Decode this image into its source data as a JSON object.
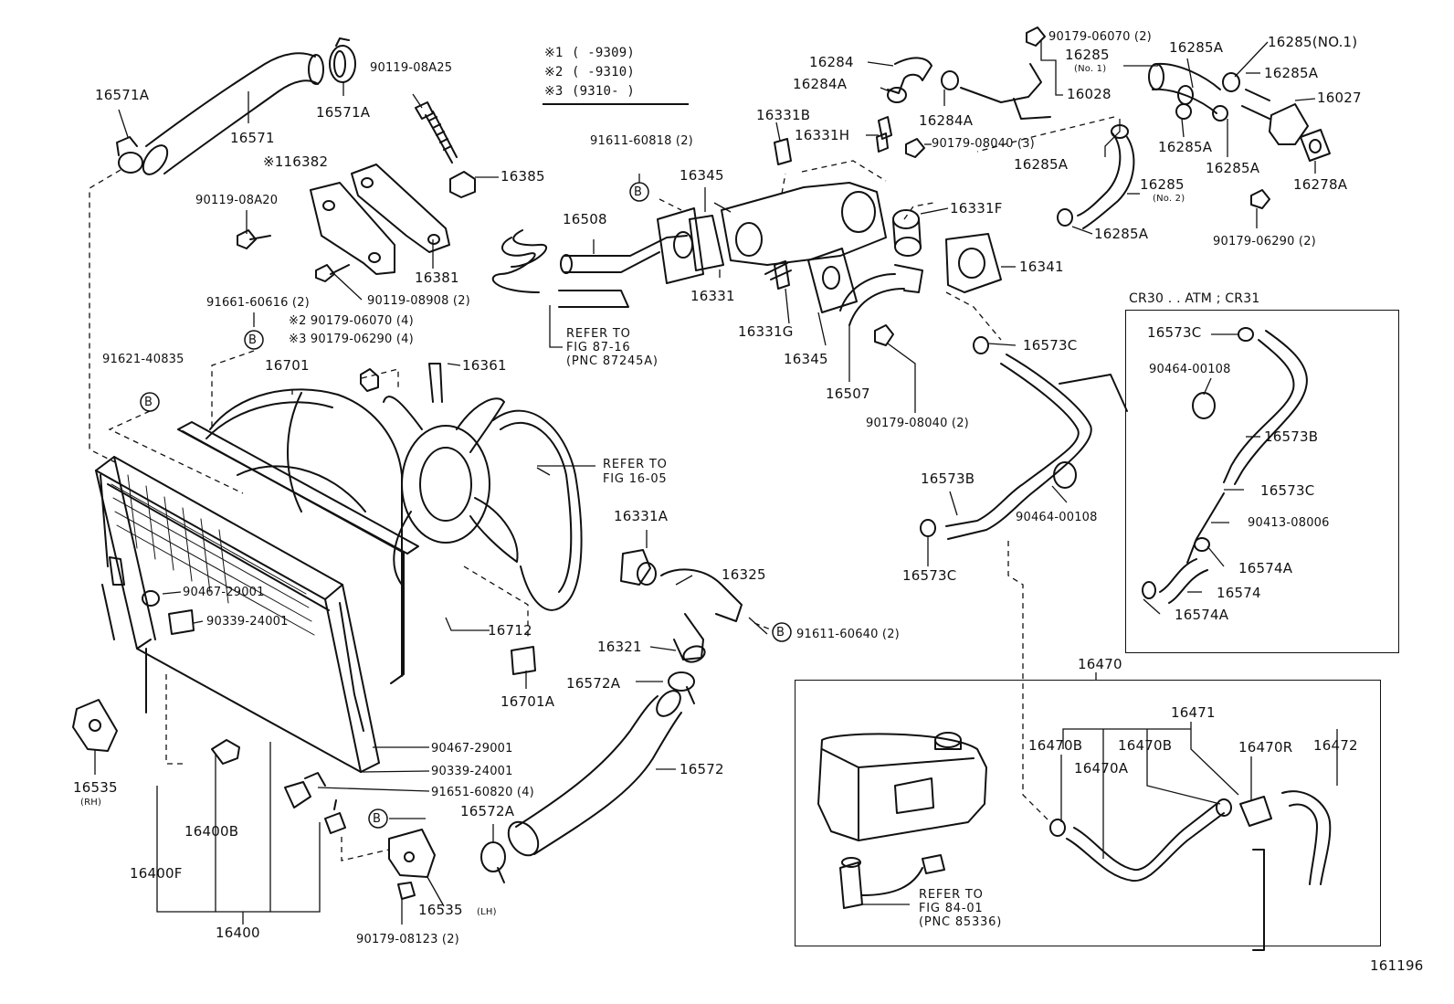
{
  "figure": {
    "figure_number": "161196"
  },
  "legend": {
    "rows": [
      {
        "mark": "※1",
        "range": "(      -9309)"
      },
      {
        "mark": "※2",
        "range": "(      -9310)"
      },
      {
        "mark": "※3",
        "range": "(9310-      )"
      }
    ]
  },
  "labels": {
    "p16571A_a": "16571A",
    "p16571A_b": "16571A",
    "p16571": "16571",
    "p90119_08A25": "90119-08A25",
    "p16382": "※116382",
    "p16385": "16385",
    "p90119_08A20": "90119-08A20",
    "p16381": "16381",
    "p90119_08908": "90119-08908 (2)",
    "p91661_60616": "91661-60616 (2)",
    "p90179_06070_4": "※2 90179-06070 (4)",
    "p90179_06290_4": "※3 90179-06290 (4)",
    "p91621_40835": "91621-40835",
    "p16701": "16701",
    "p16361": "16361",
    "p_refer_16_05_a": "REFER TO",
    "p_refer_16_05_b": "FIG 16-05",
    "p90467_29001_a": "90467-29001",
    "p90339_24001_a": "90339-24001",
    "p16712": "16712",
    "p16701A": "16701A",
    "p16535_a": "16535",
    "p16535_a_sub": "(RH)",
    "p90467_29001_b": "90467-29001",
    "p90339_24001_b": "90339-24001",
    "p91651_60820": "91651-60820 (4)",
    "p16400B": "16400B",
    "p16400F": "16400F",
    "p16400": "16400",
    "p16535_b": "16535",
    "p16535_b_sub": "(LH)",
    "p90179_08123": "90179-08123 (2)",
    "p91611_60818": "91611-60818 (2)",
    "p16345_a": "16345",
    "p16508": "16508",
    "p16331": "16331",
    "p_refer_87_16_a": "REFER TO",
    "p_refer_87_16_b": "FIG 87-16",
    "p_refer_87_16_c": "(PNC 87245A)",
    "p16331B": "16331B",
    "p16331H": "16331H",
    "p16331G": "16331G",
    "p16345_b": "16345",
    "p16507": "16507",
    "p90179_08040_2": "90179-08040 (2)",
    "p16284": "16284",
    "p16284A_a": "16284A",
    "p16284A_b": "16284A",
    "p90179_08040_3": "90179-08040 (3)",
    "p16331F": "16331F",
    "p16341": "16341",
    "p16573C_a": "16573C",
    "p90179_06070_2": "90179-06070 (2)",
    "p16028": "16028",
    "p16285_no1": "16285",
    "p16285_no1_sub": "(No. 1)",
    "p16285A_a": "16285A",
    "p16285_NO1": "16285(NO.1)",
    "p16285A_b": "16285A",
    "p16027": "16027",
    "p16285A_c": "16285A",
    "p16285A_d": "16285A",
    "p16285A_e": "16285A",
    "p16285_no2": "16285",
    "p16285_no2_sub": "(No. 2)",
    "p16278A": "16278A",
    "p16285A_f": "16285A",
    "p90179_06290_2": "90179-06290 (2)",
    "p16331A": "16331A",
    "p16325": "16325",
    "p16321": "16321",
    "p91611_60640": "91611-60640 (2)",
    "p16572A_a": "16572A",
    "p16572": "16572",
    "p16572A_b": "16572A",
    "p16573B_a": "16573B",
    "p16573C_b": "16573C",
    "p90464_00108_a": "90464-00108",
    "cr_header": "CR30 . . ATM ; CR31",
    "p16573C_c": "16573C",
    "p90464_00108_b": "90464-00108",
    "p16573B_b": "16573B",
    "p16573C_d": "16573C",
    "p90413_08006": "90413-08006",
    "p16574A_a": "16574A",
    "p16574": "16574",
    "p16574A_b": "16574A",
    "p16470": "16470",
    "p16471": "16471",
    "p16470B_a": "16470B",
    "p16470B_b": "16470B",
    "p16470R": "16470R",
    "p16472": "16472",
    "p16470A": "16470A",
    "p_refer_84_01_a": "REFER TO",
    "p_refer_84_01_b": "FIG 84-01",
    "p_refer_84_01_c": "(PNC 85336)",
    "bubble_B": "B"
  }
}
